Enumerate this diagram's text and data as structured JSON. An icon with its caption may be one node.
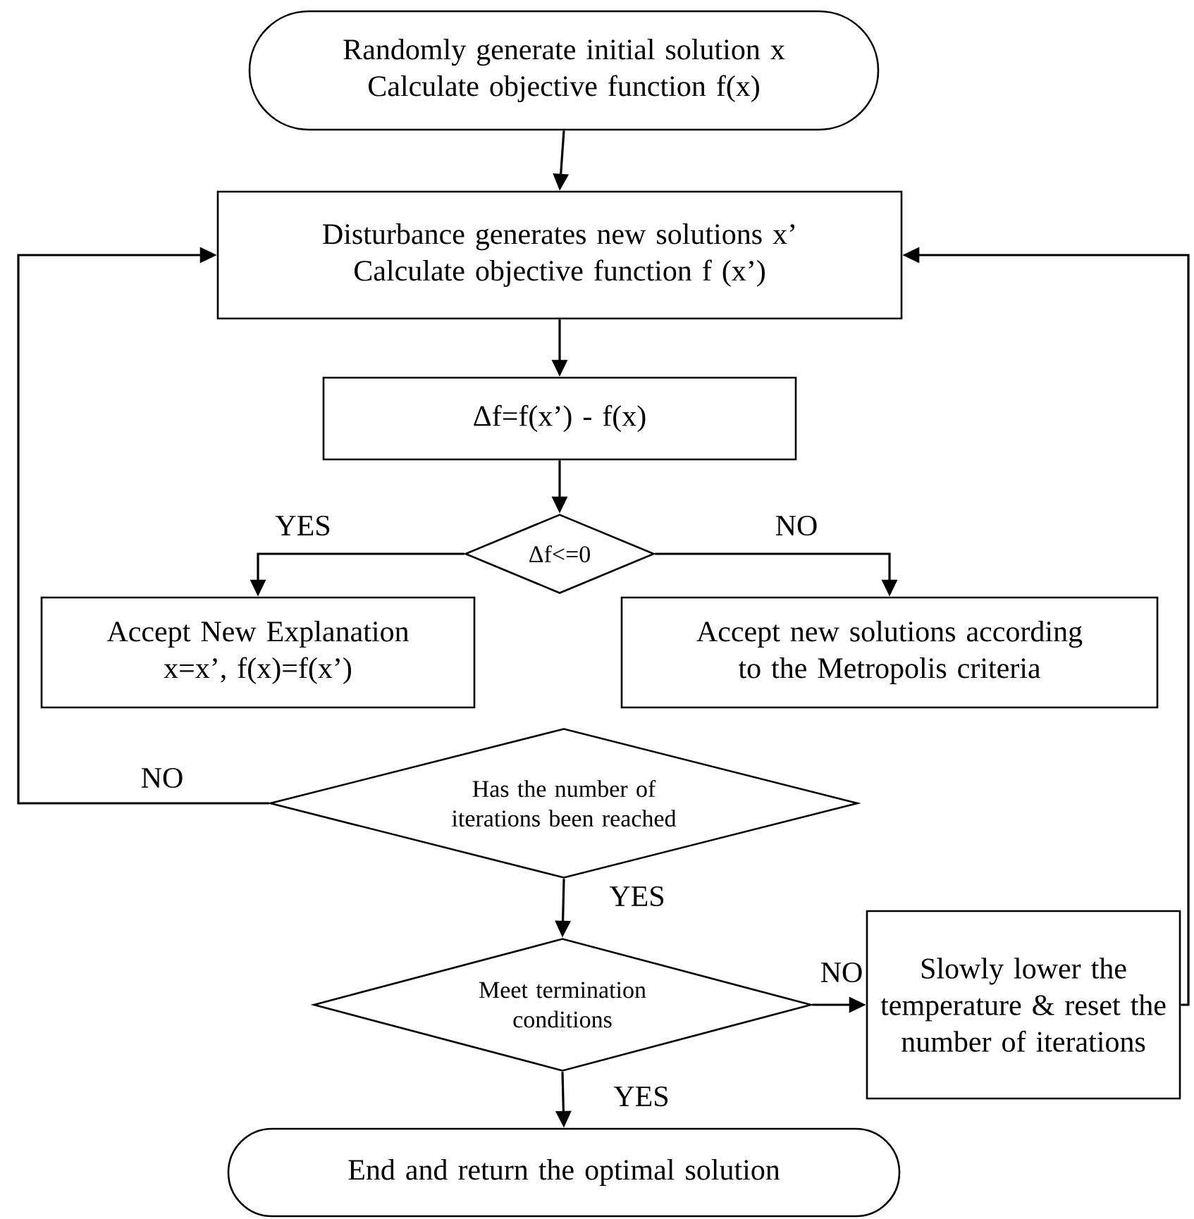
{
  "diagram": {
    "nodes": [
      {
        "text": [
          "Randomly generate initial solution x",
          "Calculate objective function f(x)"
        ]
      },
      {
        "text": [
          "Disturbance generates new solutions x’",
          "Calculate objective function f (x’)"
        ]
      },
      {
        "text": [
          "Δf=f(x’) - f(x)"
        ]
      },
      {
        "text": [
          "Δf<=0"
        ]
      },
      {
        "text": [
          "Accept New Explanation",
          "x=x’, f(x)=f(x’)"
        ]
      },
      {
        "text": [
          "Accept new solutions according to the Metropolis criteria"
        ]
      },
      {
        "text": [
          "Has the number of iterations been reached"
        ]
      },
      {
        "text": [
          "Meet termination conditions"
        ]
      },
      {
        "text": [
          "Slowly lower the temperature & reset the number of iterations"
        ]
      },
      {
        "text": [
          "End and return the optimal solution"
        ]
      }
    ],
    "edges": [
      {
        "from": 0,
        "to": 1,
        "arrow": "to"
      },
      {
        "from": 1,
        "to": 2,
        "arrow": "to"
      },
      {
        "from": 2,
        "to": 3,
        "arrow": "to"
      },
      {
        "from": 3,
        "to": 4,
        "arrow": "to",
        "label": "YES"
      },
      {
        "from": 3,
        "to": 5,
        "arrow": "to",
        "label": "NO"
      },
      {
        "from": 6,
        "to": 1,
        "arrow": "to",
        "label": "NO"
      },
      {
        "from": 6,
        "to": 7,
        "arrow": "to",
        "label": "YES"
      },
      {
        "from": 7,
        "to": 8,
        "arrow": "to",
        "label": "NO"
      },
      {
        "from": 7,
        "to": 9,
        "arrow": "to",
        "label": "YES"
      },
      {
        "from": 8,
        "to": 1,
        "arrow": "to"
      }
    ]
  }
}
